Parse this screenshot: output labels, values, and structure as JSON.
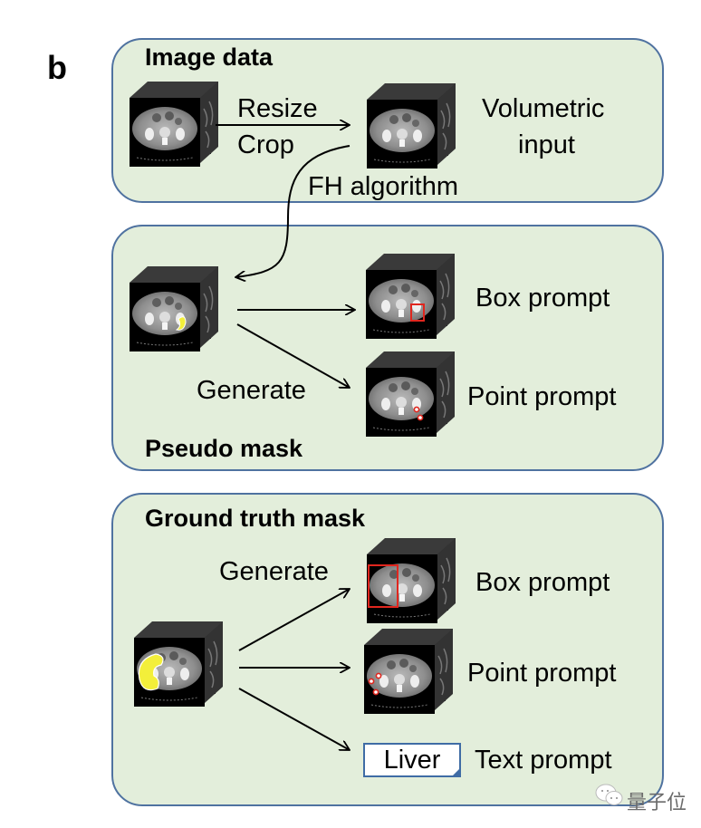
{
  "figure_label": "b",
  "colors": {
    "panel_fill": "#e3eedb",
    "panel_border": "#4f72a0",
    "mask_yellow": "#f3ef3a",
    "prompt_red": "#e0261e",
    "text_box_border": "#3f6ca5"
  },
  "panels": {
    "image_data": {
      "title": "Image data",
      "resize_label": "Resize",
      "crop_label": "Crop",
      "output_label_line1": "Volumetric",
      "output_label_line2": "input",
      "algorithm_label": "FH algorithm"
    },
    "pseudo_mask": {
      "title": "Pseudo mask",
      "generate_label": "Generate",
      "box_prompt_label": "Box prompt",
      "point_prompt_label": "Point prompt"
    },
    "ground_truth_mask": {
      "title": "Ground truth mask",
      "generate_label": "Generate",
      "box_prompt_label": "Box prompt",
      "point_prompt_label": "Point prompt",
      "text_prompt_value": "Liver",
      "text_prompt_label": "Text prompt"
    }
  },
  "icons": {
    "ct_volume": "ct-volume-icon",
    "arrow": "arrow-icon",
    "watermark": "wechat-icon"
  },
  "watermark": {
    "text": "量子位"
  }
}
